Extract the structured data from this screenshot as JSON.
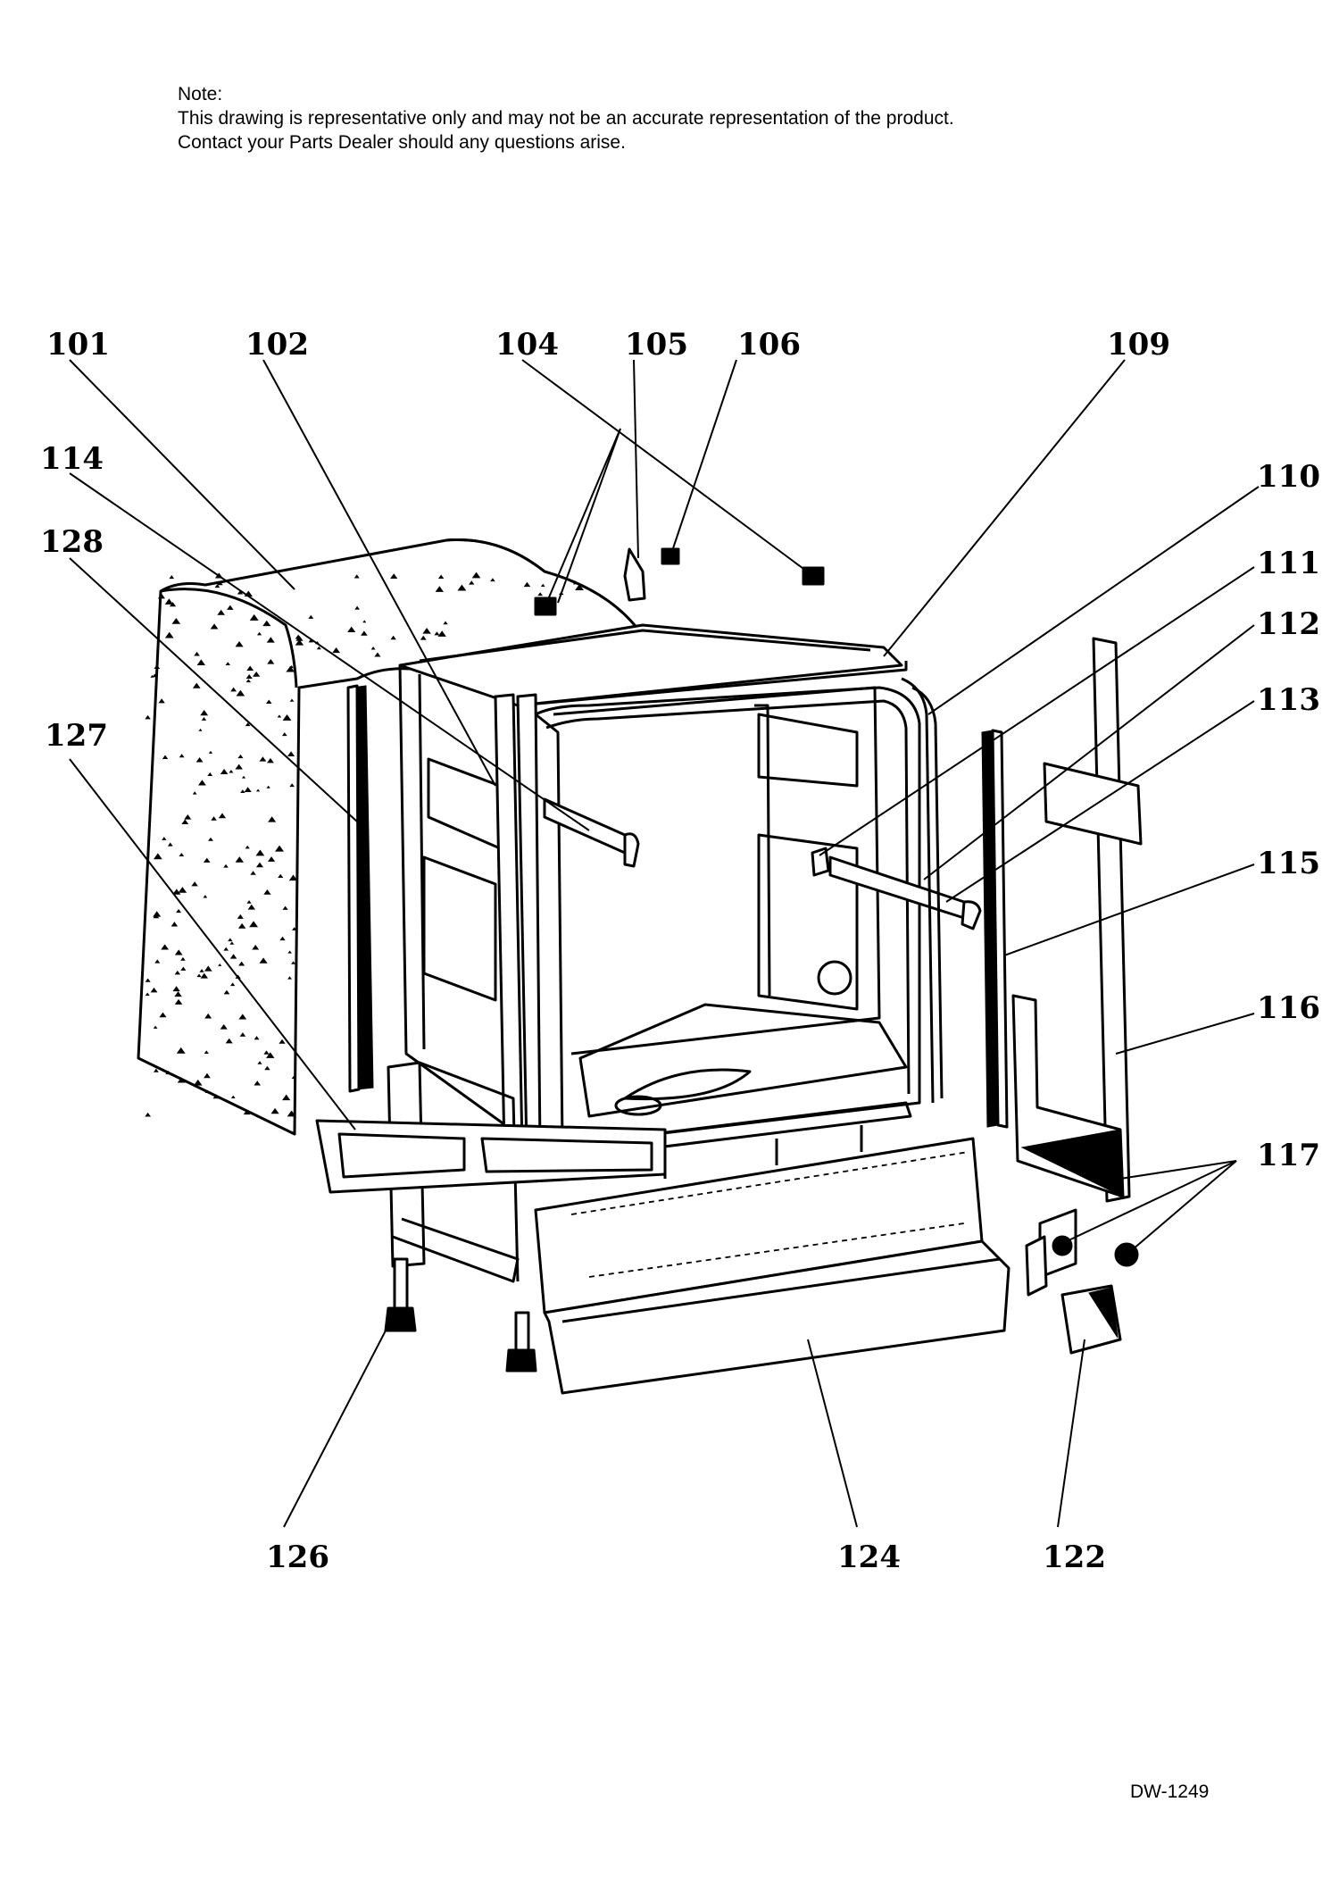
{
  "note": {
    "heading": "Note:",
    "line1": "This drawing is representative only and may not be an accurate representation of the product.",
    "line2": "Contact your Parts Dealer should any questions arise."
  },
  "drawing_code": "DW-1249",
  "callouts": [
    {
      "id": "c101",
      "label": "101"
    },
    {
      "id": "c102",
      "label": "102"
    },
    {
      "id": "c104",
      "label": "104"
    },
    {
      "id": "c105",
      "label": "105"
    },
    {
      "id": "c106",
      "label": "106"
    },
    {
      "id": "c109",
      "label": "109"
    },
    {
      "id": "c110",
      "label": "110"
    },
    {
      "id": "c111",
      "label": "111"
    },
    {
      "id": "c112",
      "label": "112"
    },
    {
      "id": "c113",
      "label": "113"
    },
    {
      "id": "c114",
      "label": "114"
    },
    {
      "id": "c115",
      "label": "115"
    },
    {
      "id": "c116",
      "label": "116"
    },
    {
      "id": "c117",
      "label": "117"
    },
    {
      "id": "c122",
      "label": "122"
    },
    {
      "id": "c124",
      "label": "124"
    },
    {
      "id": "c126",
      "label": "126"
    },
    {
      "id": "c127",
      "label": "127"
    },
    {
      "id": "c128",
      "label": "128"
    }
  ]
}
